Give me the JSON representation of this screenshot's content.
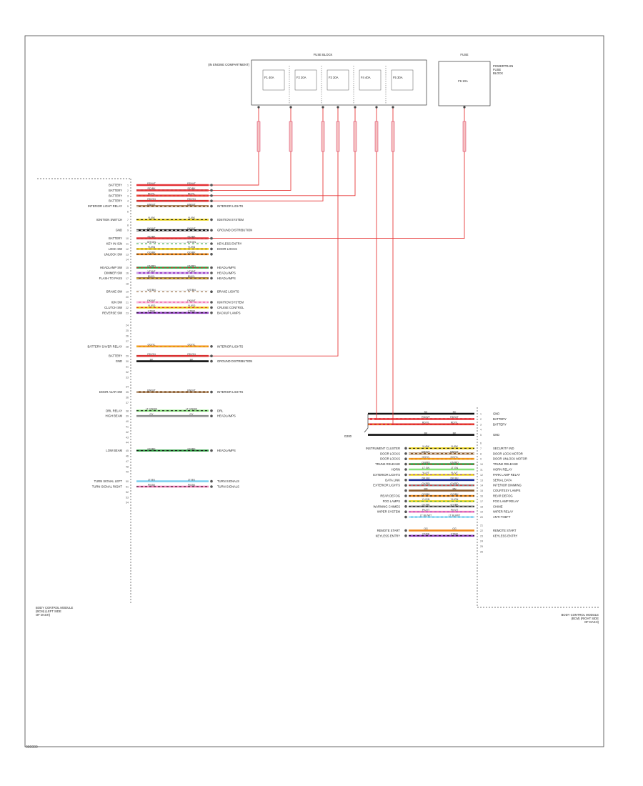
{
  "footer_code": "000000",
  "top_fuse_box": {
    "title": [
      "FUSE BLOCK"
    ],
    "callout": [
      "(IN ENGINE COMPARTMENT)"
    ],
    "fuses": [
      "F1 40A",
      "F2 20A",
      "F3 30A",
      "F4 40A",
      "F5 30A"
    ]
  },
  "right_fuse_box": {
    "title": [
      "FUSE"
    ],
    "callout": [
      "POWERTRAIN",
      "FUSE",
      "BLOCK"
    ],
    "fuses": [
      "F6 10A"
    ]
  },
  "left_module": {
    "name": [
      "BODY CONTROL MODULE",
      "(BCM) (LEFT SIDE",
      "OF DASH)"
    ],
    "pins": [
      {
        "label": "BATTERY",
        "wire": "RD/WT"
      },
      {
        "label": "BATTERY",
        "wire": "RD/BK"
      },
      {
        "label": "BATTERY",
        "wire": "RD/YL"
      },
      {
        "label": "BATTERY",
        "wire": "RD/GN"
      },
      {
        "label": "INTERIOR LIGHT RELAY",
        "wire": "BN/WT",
        "dest": "INTERIOR LIGHTS"
      },
      {
        "label": "",
        "wire": ""
      },
      {
        "label": "IGNITION SWITCH",
        "wire": "YL/BK",
        "dest": "IGNITION SYSTEM"
      },
      {
        "label": "",
        "wire": ""
      },
      {
        "label": "GND",
        "wire": "BK/WT",
        "dest": "GROUND DISTRIBUTION"
      },
      {
        "label": "BATTERY",
        "wire": "RD/BK"
      },
      {
        "label": "KEY IN IGN",
        "wire": "WT/GN",
        "dest": "KEYLESS ENTRY"
      },
      {
        "label": "LOCK SW",
        "wire": "YL/BN",
        "dest": "DOOR LOCKS"
      },
      {
        "label": "UNLOCK SW",
        "wire": "OG/BK"
      },
      {
        "label": "",
        "wire": ""
      },
      {
        "label": "HEADLAMP SW",
        "wire": "GN/RD",
        "dest": "HEADLAMPS"
      },
      {
        "label": "DIMMER SW",
        "wire": "VT/WT",
        "dest": "HEADLAMPS"
      },
      {
        "label": "FLASH TO PASS",
        "wire": "BN/YL",
        "dest": "HEADLAMPS"
      },
      {
        "label": "",
        "wire": ""
      },
      {
        "label": "BRAKE SW",
        "wire": "WT/BN",
        "dest": "BRAKE LIGHTS"
      },
      {
        "label": "",
        "wire": ""
      },
      {
        "label": "IGN SW",
        "wire": "PK/WT",
        "dest": "IGNITION SYSTEM"
      },
      {
        "label": "CLUTCH SW",
        "wire": "YL/RD",
        "dest": "CRUISE CONTROL"
      },
      {
        "label": "REVERSE SW",
        "wire": "VT/BK",
        "dest": "BACKUP LAMPS"
      },
      {
        "label": "",
        "wire": ""
      },
      {
        "label": "",
        "wire": ""
      },
      {
        "label": "",
        "wire": ""
      },
      {
        "label": "",
        "wire": ""
      },
      {
        "label": "BATTERY SAVER RELAY",
        "wire": "OG/YL",
        "dest": "INTERIOR LIGHTS"
      },
      {
        "label": "BATTERY",
        "wire": "RD/GN"
      },
      {
        "label": "GND",
        "wire": "BK",
        "dest": "GROUND DISTRIBUTION"
      },
      {
        "label": "",
        "wire": ""
      },
      {
        "label": "",
        "wire": ""
      },
      {
        "label": "",
        "wire": ""
      },
      {
        "label": "",
        "wire": ""
      },
      {
        "label": "DOOR AJAR SW",
        "wire": "BN/WT",
        "dest": "INTERIOR LIGHTS"
      },
      {
        "label": "",
        "wire": ""
      },
      {
        "label": "",
        "wire": ""
      },
      {
        "label": "DRL RELAY",
        "wire": "LT GN/BK",
        "dest": "DRL"
      },
      {
        "label": "HIGH BEAM",
        "wire": "GY",
        "dest": "HEADLAMPS"
      },
      {
        "label": "",
        "wire": ""
      },
      {
        "label": "",
        "wire": ""
      },
      {
        "label": "",
        "wire": ""
      },
      {
        "label": "",
        "wire": ""
      },
      {
        "label": "",
        "wire": ""
      },
      {
        "label": "LOW BEAM",
        "wire": "GN/BK",
        "dest": "HEADLAMPS"
      },
      {
        "label": "",
        "wire": ""
      },
      {
        "label": "",
        "wire": ""
      },
      {
        "label": "",
        "wire": ""
      },
      {
        "label": "",
        "wire": ""
      },
      {
        "label": "TURN SIGNAL LEFT",
        "wire": "LT BU",
        "dest": "TURN SIGNALS"
      },
      {
        "label": "TURN SIGNAL RIGHT",
        "wire": "PK/BK",
        "dest": "TURN SIGNALS"
      },
      {
        "label": "",
        "wire": ""
      },
      {
        "label": "",
        "wire": ""
      },
      {
        "label": "",
        "wire": ""
      }
    ]
  },
  "right_module": {
    "name": [
      "BODY CONTROL MODULE",
      "(BCM) (RIGHT SIDE",
      "OF DASH)"
    ],
    "ground_label": [
      "G200"
    ],
    "pins": [
      {
        "wire": "BK",
        "label": "GND"
      },
      {
        "wire": "RD/WT",
        "label": "BATTERY"
      },
      {
        "wire": "RD/YL",
        "label": "BATTERY"
      },
      {
        "wire": "",
        "label": ""
      },
      {
        "wire": "BK",
        "label": "GND"
      },
      {
        "wire": "",
        "label": ""
      },
      {
        "wire": "YL/BK",
        "label": "SECURITY IND",
        "src": "INSTRUMENT CLUSTER"
      },
      {
        "wire": "BN/WT",
        "label": "DOOR LOCK MOTOR",
        "src": "DOOR LOCKS"
      },
      {
        "wire": "OG/YL",
        "label": "DOOR UNLOCK MOTOR",
        "src": "DOOR LOCKS"
      },
      {
        "wire": "GN/RD",
        "label": "TRUNK RELEASE",
        "src": "TRUNK RELEASE"
      },
      {
        "wire": "LT GN",
        "label": "HORN RELAY",
        "src": "HORN"
      },
      {
        "wire": "YL/VT",
        "label": "PARK LAMP RELAY",
        "src": "EXTERIOR LIGHTS"
      },
      {
        "wire": "DK BU",
        "label": "SERIAL DATA",
        "src": "DATA LINK"
      },
      {
        "wire": "GY/RD",
        "label": "INTERIOR DIMMING",
        "src": "EXTERIOR LIGHTS"
      },
      {
        "wire": "BN",
        "label": "COURTESY LAMPS"
      },
      {
        "wire": "OG/BK",
        "label": "REAR DEFOG",
        "src": "REAR DEFOG"
      },
      {
        "wire": "YL/GN",
        "label": "FOG LAMP RELAY",
        "src": "FOG LAMPS"
      },
      {
        "wire": "GY/BK",
        "label": "CHIME",
        "src": "WARNING CHIMES"
      },
      {
        "wire": "PK/VT",
        "label": "WIPER RELAY",
        "src": "WIPER SYSTEM"
      },
      {
        "wire": "LT BU/WT",
        "label": "ANTI-THEFT"
      },
      {
        "wire": "",
        "label": ""
      },
      {
        "wire": "OG",
        "label": "REMOTE START",
        "src": "REMOTE START"
      },
      {
        "wire": "VT/BK",
        "label": "KEYLESS ENTRY",
        "src": "KEYLESS ENTRY"
      },
      {
        "wire": "",
        "label": ""
      },
      {
        "wire": "",
        "label": ""
      },
      {
        "wire": "",
        "label": ""
      }
    ]
  }
}
